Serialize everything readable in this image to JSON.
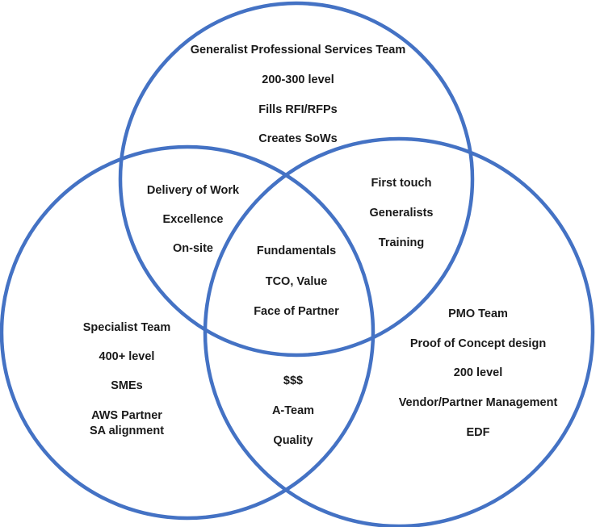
{
  "colors": {
    "circle_stroke": "#4472C4",
    "text": "#1a1a1a",
    "background": "#ffffff"
  },
  "regions": {
    "top": {
      "line1": "Generalist Professional Services Team",
      "line2": "200-300  level",
      "line3": "Fills RFI/RFPs",
      "line4": "Creates SoWs"
    },
    "top_left": {
      "line1": "Delivery of Work",
      "line2": "Excellence",
      "line3": "On-site"
    },
    "top_right": {
      "line1": "First touch",
      "line2": "Generalists",
      "line3": "Training"
    },
    "center": {
      "line1": "Fundamentals",
      "line2": "TCO, Value",
      "line3": "Face of Partner"
    },
    "left": {
      "line1": "Specialist Team",
      "line2": "400+ level",
      "line3": "SMEs",
      "line4": "AWS Partner",
      "line5": "SA alignment"
    },
    "bottom": {
      "line1": "$$$",
      "line2": "A-Team",
      "line3": "Quality"
    },
    "right": {
      "line1": "PMO Team",
      "line2": "Proof of Concept design",
      "line3": "200 level",
      "line4": "Vendor/Partner Management",
      "line5": "EDF"
    }
  }
}
